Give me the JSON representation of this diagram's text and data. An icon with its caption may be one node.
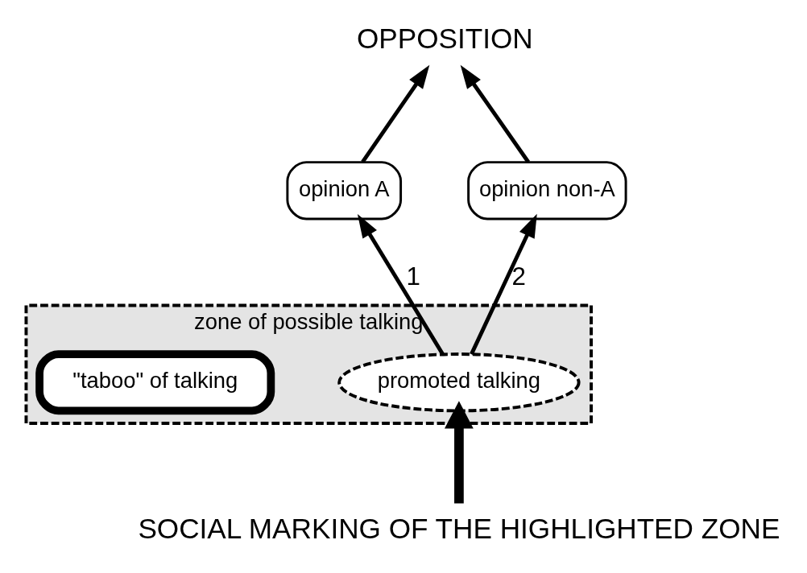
{
  "diagram": {
    "nodes": [
      {
        "text": [
          "zone of possible talking"
        ]
      },
      {
        "text": [
          "promoted talking"
        ],
        "in": 0
      },
      {
        "text": [
          "\"taboo\" of talking"
        ],
        "in": 0
      },
      {
        "text": [
          "SOCIAL MARKING OF THE HIGHLIGHTED ZONE"
        ]
      },
      {
        "text": [
          "opinion A"
        ]
      },
      {
        "text": [
          "opinion non-A"
        ]
      },
      {
        "text": [
          "OPPOSITION"
        ]
      }
    ],
    "edges": [
      {
        "from": 3,
        "to": 1,
        "arrow": "to",
        "style": "thick"
      },
      {
        "from": 1,
        "to": 4,
        "arrow": "to",
        "label": "1"
      },
      {
        "from": 1,
        "to": 5,
        "arrow": "to",
        "label": "2"
      },
      {
        "from": 4,
        "to": 6,
        "arrow": "to"
      },
      {
        "from": 5,
        "to": 6,
        "arrow": "to"
      }
    ]
  }
}
